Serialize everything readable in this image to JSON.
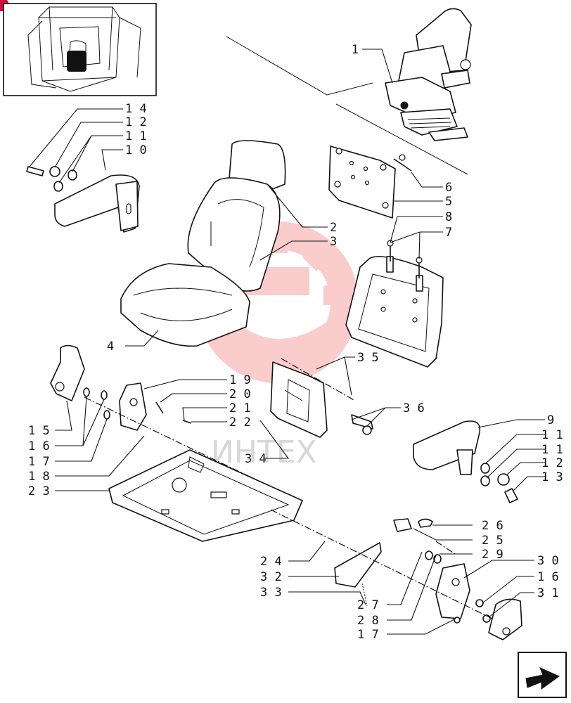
{
  "title": "",
  "watermark": {
    "text": "ИНТЕХ",
    "color": "#f08080"
  },
  "colors": {
    "line": "#111111",
    "watermark": "#f26d6d",
    "corner_badge": "#d0103a",
    "thumb_fill": "#111111"
  },
  "nav_icon": "next-page-arrow-icon",
  "callouts": [
    {
      "id": "c1",
      "text": "1"
    },
    {
      "id": "c14",
      "text": "1 4"
    },
    {
      "id": "c12a",
      "text": "1 2"
    },
    {
      "id": "c11a",
      "text": "1 1"
    },
    {
      "id": "c10",
      "text": "1 0"
    },
    {
      "id": "c6",
      "text": "6"
    },
    {
      "id": "c5",
      "text": "5"
    },
    {
      "id": "c8",
      "text": "8"
    },
    {
      "id": "c7",
      "text": "7"
    },
    {
      "id": "c2",
      "text": "2"
    },
    {
      "id": "c3",
      "text": "3"
    },
    {
      "id": "c4",
      "text": "4"
    },
    {
      "id": "c35",
      "text": "3 5"
    },
    {
      "id": "c36",
      "text": "3 6"
    },
    {
      "id": "c19",
      "text": "1 9"
    },
    {
      "id": "c20",
      "text": "2 0"
    },
    {
      "id": "c21",
      "text": "2 1"
    },
    {
      "id": "c22",
      "text": "2 2"
    },
    {
      "id": "c15",
      "text": "1 5"
    },
    {
      "id": "c16a",
      "text": "1 6"
    },
    {
      "id": "c17a",
      "text": "1 7"
    },
    {
      "id": "c18",
      "text": "1 8"
    },
    {
      "id": "c23",
      "text": "2 3"
    },
    {
      "id": "c34",
      "text": "3 4"
    },
    {
      "id": "c9",
      "text": "9"
    },
    {
      "id": "c11b",
      "text": "1 1"
    },
    {
      "id": "c11c",
      "text": "1 1"
    },
    {
      "id": "c12b",
      "text": "1 2"
    },
    {
      "id": "c13",
      "text": "1 3"
    },
    {
      "id": "c26",
      "text": "2 6"
    },
    {
      "id": "c25",
      "text": "2 5"
    },
    {
      "id": "c29",
      "text": "2 9"
    },
    {
      "id": "c30",
      "text": "3 0"
    },
    {
      "id": "c16b",
      "text": "1 6"
    },
    {
      "id": "c31",
      "text": "3 1"
    },
    {
      "id": "c24",
      "text": "2 4"
    },
    {
      "id": "c32",
      "text": "3 2"
    },
    {
      "id": "c33",
      "text": "3 3"
    },
    {
      "id": "c27",
      "text": "2 7"
    },
    {
      "id": "c28",
      "text": "2 8"
    },
    {
      "id": "c17b",
      "text": "1 7"
    }
  ]
}
